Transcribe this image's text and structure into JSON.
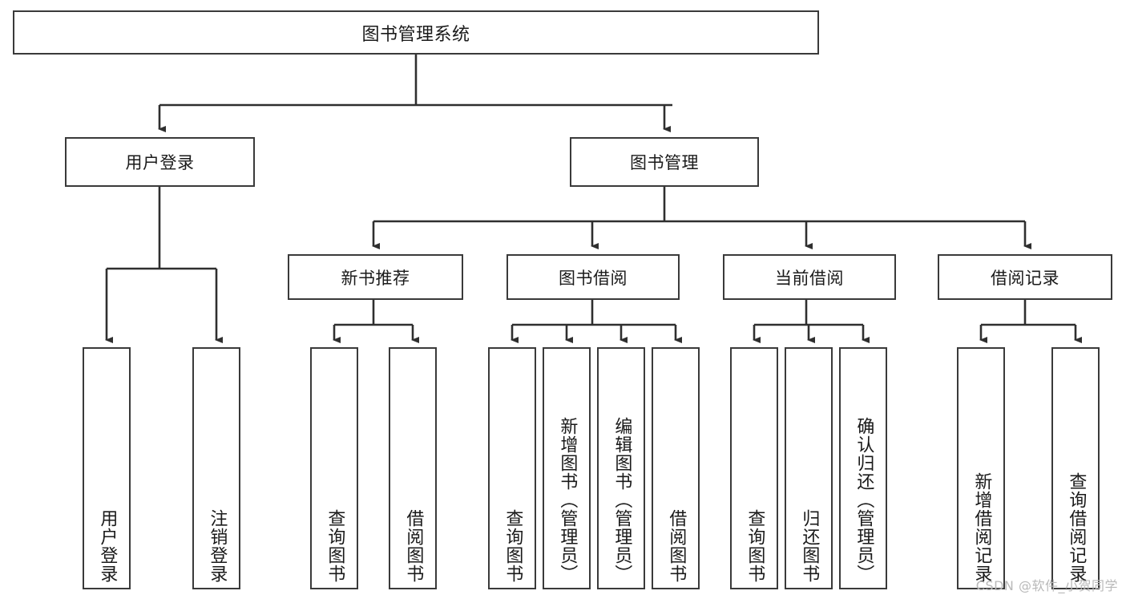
{
  "diagram": {
    "title": "图书管理系统",
    "type": "tree",
    "watermark": "CSDN @软件_小贺同学",
    "colors": {
      "node_border": "#3a3a3a",
      "node_fill": "#ffffff",
      "edge": "#2f2f2f",
      "text": "#1a1a1a",
      "watermark": "#b9b9b9"
    },
    "levels": {
      "level1_label": "图书管理系统",
      "level2": [
        {
          "label": "用户登录"
        },
        {
          "label": "图书管理"
        }
      ],
      "level3": [
        {
          "label": "新书推荐"
        },
        {
          "label": "图书借阅"
        },
        {
          "label": "当前借阅"
        },
        {
          "label": "借阅记录"
        }
      ]
    },
    "nodes": {
      "root": {
        "label": "图书管理系统"
      },
      "user_login": {
        "label": "用户登录"
      },
      "book_manage": {
        "label": "图书管理"
      },
      "new_book_rec": {
        "label": "新书推荐"
      },
      "book_borrow": {
        "label": "图书借阅"
      },
      "current_borrow": {
        "label": "当前借阅"
      },
      "borrow_record": {
        "label": "借阅记录"
      },
      "leaf_user_login": {
        "label": "用户登录"
      },
      "leaf_logout": {
        "label": "注销登录"
      },
      "leaf_query_book_a": {
        "label": "查询图书"
      },
      "leaf_borrow_book_a": {
        "label": "借阅图书"
      },
      "leaf_query_book_b": {
        "label": "查询图书"
      },
      "leaf_add_book_admin": {
        "label": "新增图书（管理员）"
      },
      "leaf_edit_book_admin": {
        "label": "编辑图书（管理员）"
      },
      "leaf_borrow_book_b": {
        "label": "借阅图书"
      },
      "leaf_query_book_c": {
        "label": "查询图书"
      },
      "leaf_return_book": {
        "label": "归还图书"
      },
      "leaf_confirm_return_admin": {
        "label": "确认归还（管理员）"
      },
      "leaf_add_record": {
        "label": "新增借阅记录"
      },
      "leaf_query_record": {
        "label": "查询借阅记录"
      }
    }
  }
}
